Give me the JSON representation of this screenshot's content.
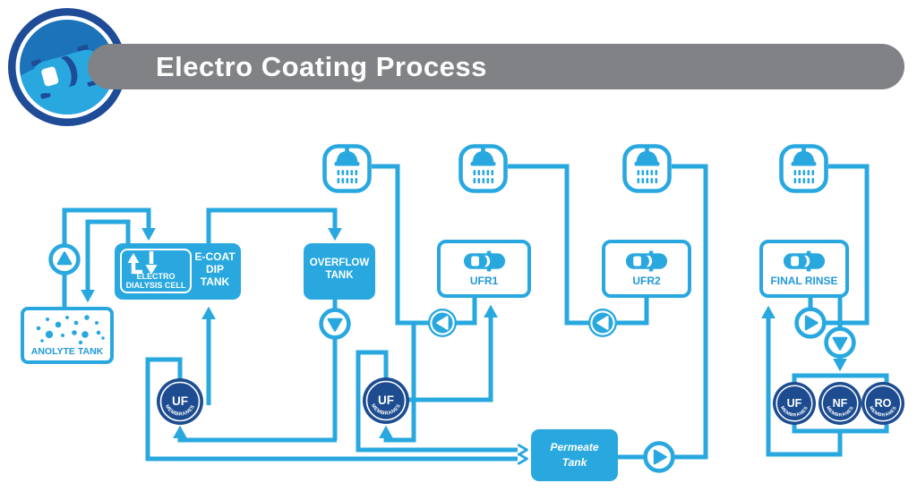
{
  "header": {
    "title": "Electro Coating Process"
  },
  "colors": {
    "primary_blue": "#29a8e0",
    "navy": "#1d4d90",
    "banner_gray": "#808285"
  },
  "icons": {
    "logo": "car-logo-icon",
    "shower": "shower-head-icon",
    "vehicle": "car-top-view-icon",
    "pump": "pump-icon",
    "membrane": "membrane-badge-icon"
  },
  "stages": {
    "anolyte_tank": {
      "label": "ANOLYTE TANK"
    },
    "electro_dialysis_cell": {
      "line1": "ELECTRO",
      "line2": "DIALYSIS CELL"
    },
    "ecoat_dip_tank": {
      "line1": "E-COAT",
      "line2": "DIP",
      "line3": "TANK"
    },
    "overflow_tank": {
      "line1": "OVERFLOW",
      "line2": "TANK"
    },
    "ufr1": {
      "label": "UFR1"
    },
    "ufr2": {
      "label": "UFR2"
    },
    "final_rinse": {
      "label": "FINAL RINSE"
    },
    "permeate_tank": {
      "line1": "Permeate",
      "line2": "Tank"
    }
  },
  "membranes": {
    "loop1": {
      "code": "UF",
      "label": "MEMBRANES"
    },
    "loop2": {
      "code": "UF",
      "label": "MEMBRANES"
    },
    "bank_uf": {
      "code": "UF",
      "label": "MEMBRANES"
    },
    "bank_nf": {
      "code": "NF",
      "label": "MEMBRANES"
    },
    "bank_ro": {
      "code": "RO",
      "label": "MEMBRANES"
    }
  }
}
